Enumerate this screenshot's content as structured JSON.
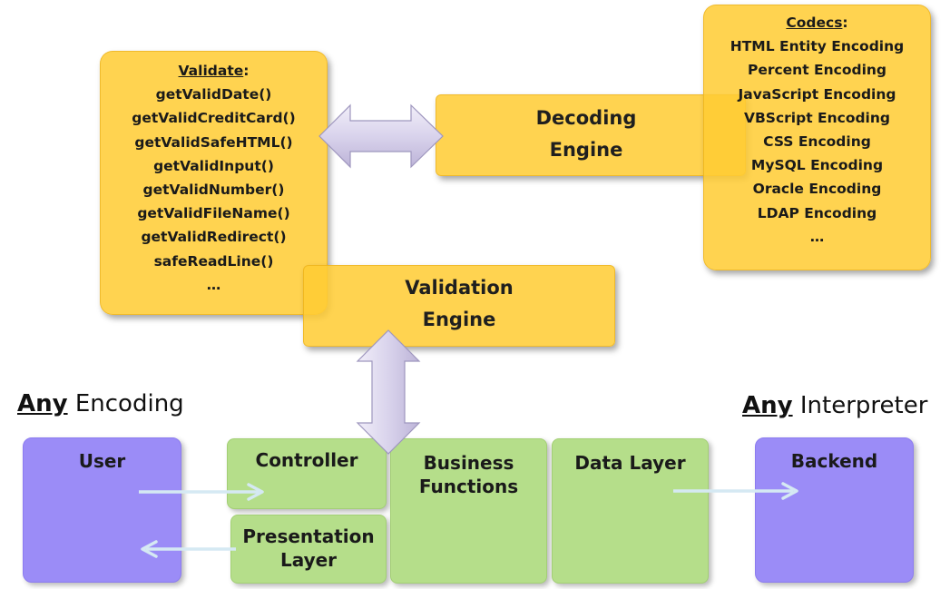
{
  "validate": {
    "title": "Validate",
    "title_suffix": ":",
    "items": [
      "getValidDate()",
      "getValidCreditCard()",
      "getValidSafeHTML()",
      "getValidInput()",
      "getValidNumber()",
      "getValidFileName()",
      "getValidRedirect()",
      "safeReadLine()",
      "…"
    ]
  },
  "codecs": {
    "title": "Codecs",
    "title_suffix": ":",
    "items": [
      "HTML Entity Encoding",
      "Percent Encoding",
      "JavaScript Encoding",
      "VBScript Encoding",
      "CSS Encoding",
      "MySQL Encoding",
      "Oracle Encoding",
      "LDAP Encoding",
      "…"
    ]
  },
  "decoding_engine": {
    "line1": "Decoding",
    "line2": "Engine"
  },
  "validation_engine": {
    "line1": "Validation",
    "line2": "Engine"
  },
  "headings": {
    "left_emph": "Any",
    "left_rest": " Encoding",
    "right_emph": "Any",
    "right_rest": " Interpreter"
  },
  "layers": {
    "user": "User",
    "controller": "Controller",
    "presentation_line1": "Presentation",
    "presentation_line2": "Layer",
    "business_line1": "Business",
    "business_line2": "Functions",
    "data_layer": "Data Layer",
    "backend": "Backend"
  },
  "colors": {
    "engine_yellow": "#ffcc33",
    "layer_green": "#b5de8a",
    "endpoint_purple": "#9b8cf7",
    "arrow_lavender": "#d6d0ea"
  }
}
